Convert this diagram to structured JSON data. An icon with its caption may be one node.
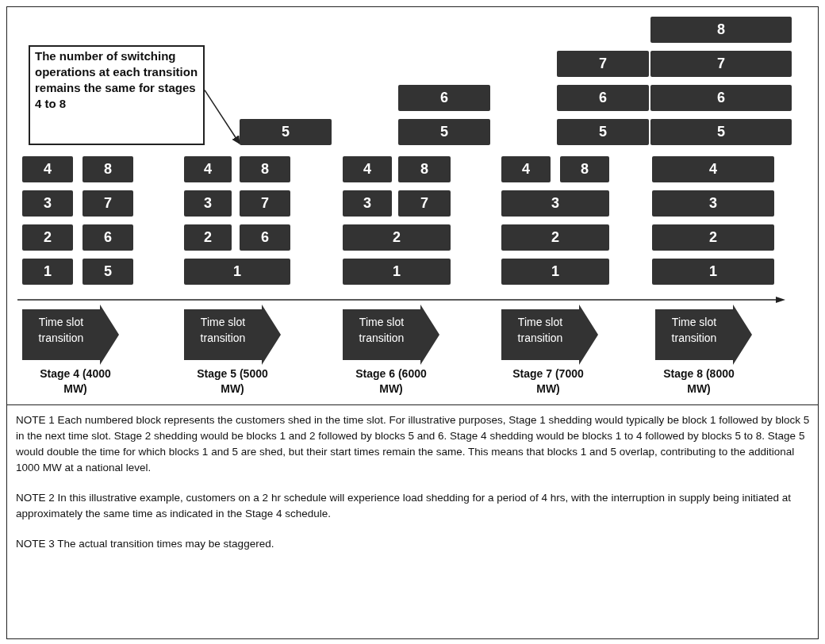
{
  "diagram": {
    "nodes": [
      {
        "text": [
          "The number of switching operations at each transition remains the same for stages 4 to 8"
        ]
      },
      {
        "text": [
          "4"
        ]
      },
      {
        "text": [
          "8"
        ]
      },
      {
        "text": [
          "3"
        ]
      },
      {
        "text": [
          "7"
        ]
      },
      {
        "text": [
          "2"
        ]
      },
      {
        "text": [
          "6"
        ]
      },
      {
        "text": [
          "1"
        ]
      },
      {
        "text": [
          "5"
        ]
      },
      {
        "text": [
          "5"
        ]
      },
      {
        "text": [
          "4"
        ]
      },
      {
        "text": [
          "8"
        ]
      },
      {
        "text": [
          "3"
        ]
      },
      {
        "text": [
          "7"
        ]
      },
      {
        "text": [
          "2"
        ]
      },
      {
        "text": [
          "6"
        ]
      },
      {
        "text": [
          "1"
        ]
      },
      {
        "text": [
          "6"
        ]
      },
      {
        "text": [
          "5"
        ]
      },
      {
        "text": [
          "4"
        ]
      },
      {
        "text": [
          "8"
        ]
      },
      {
        "text": [
          "3"
        ]
      },
      {
        "text": [
          "7"
        ]
      },
      {
        "text": [
          "2"
        ]
      },
      {
        "text": [
          "1"
        ]
      },
      {
        "text": [
          "7"
        ]
      },
      {
        "text": [
          "6"
        ]
      },
      {
        "text": [
          "5"
        ]
      },
      {
        "text": [
          "4"
        ]
      },
      {
        "text": [
          "8"
        ]
      },
      {
        "text": [
          "3"
        ]
      },
      {
        "text": [
          "2"
        ]
      },
      {
        "text": [
          "1"
        ]
      },
      {
        "text": [
          "8"
        ]
      },
      {
        "text": [
          "7"
        ]
      },
      {
        "text": [
          "6"
        ]
      },
      {
        "text": [
          "5"
        ]
      },
      {
        "text": [
          "4"
        ]
      },
      {
        "text": [
          "3"
        ]
      },
      {
        "text": [
          "2"
        ]
      },
      {
        "text": [
          "1"
        ]
      },
      {
        "text": [
          "Time slot transition"
        ],
        "beside": [
          "Stage 4 (4000 MW)"
        ]
      },
      {
        "text": [
          "Time slot transition"
        ],
        "beside": [
          "Stage 5 (5000 MW)"
        ]
      },
      {
        "text": [
          "Time slot transition"
        ],
        "beside": [
          "Stage 6 (6000 MW)"
        ]
      },
      {
        "text": [
          "Time slot transition"
        ],
        "beside": [
          "Stage 7 (7000 MW)"
        ]
      },
      {
        "text": [
          "Time slot transition"
        ],
        "beside": [
          "Stage 8 (8000 MW)"
        ]
      }
    ],
    "edges": [
      {
        "from": 0,
        "to": 9,
        "arrow": "to"
      }
    ],
    "labels": [
      "NOTE 1 Each numbered block represents the customers shed in the time slot. For illustrative purposes, Stage 1 shedding would typically be block 1 followed by block 5 in the next time slot. Stage 2 shedding would be blocks 1 and 2 followed by blocks 5 and 6. Stage 4 shedding would be blocks 1 to 4 followed by blocks 5 to 8. Stage 5 would double the time for which blocks 1 and 5 are shed, but their start times remain the same. This means that blocks 1 and 5 overlap, contributing to the additional 1000 MW at a national level.",
      "NOTE 2 In this illustrative example, customers on a 2 hr schedule will experience load shedding for a period of 4 hrs, with the interruption in supply being initiated at approximately the same time as indicated in the Stage 4 schedule.",
      "NOTE 3 The actual transition times may be staggered."
    ]
  }
}
